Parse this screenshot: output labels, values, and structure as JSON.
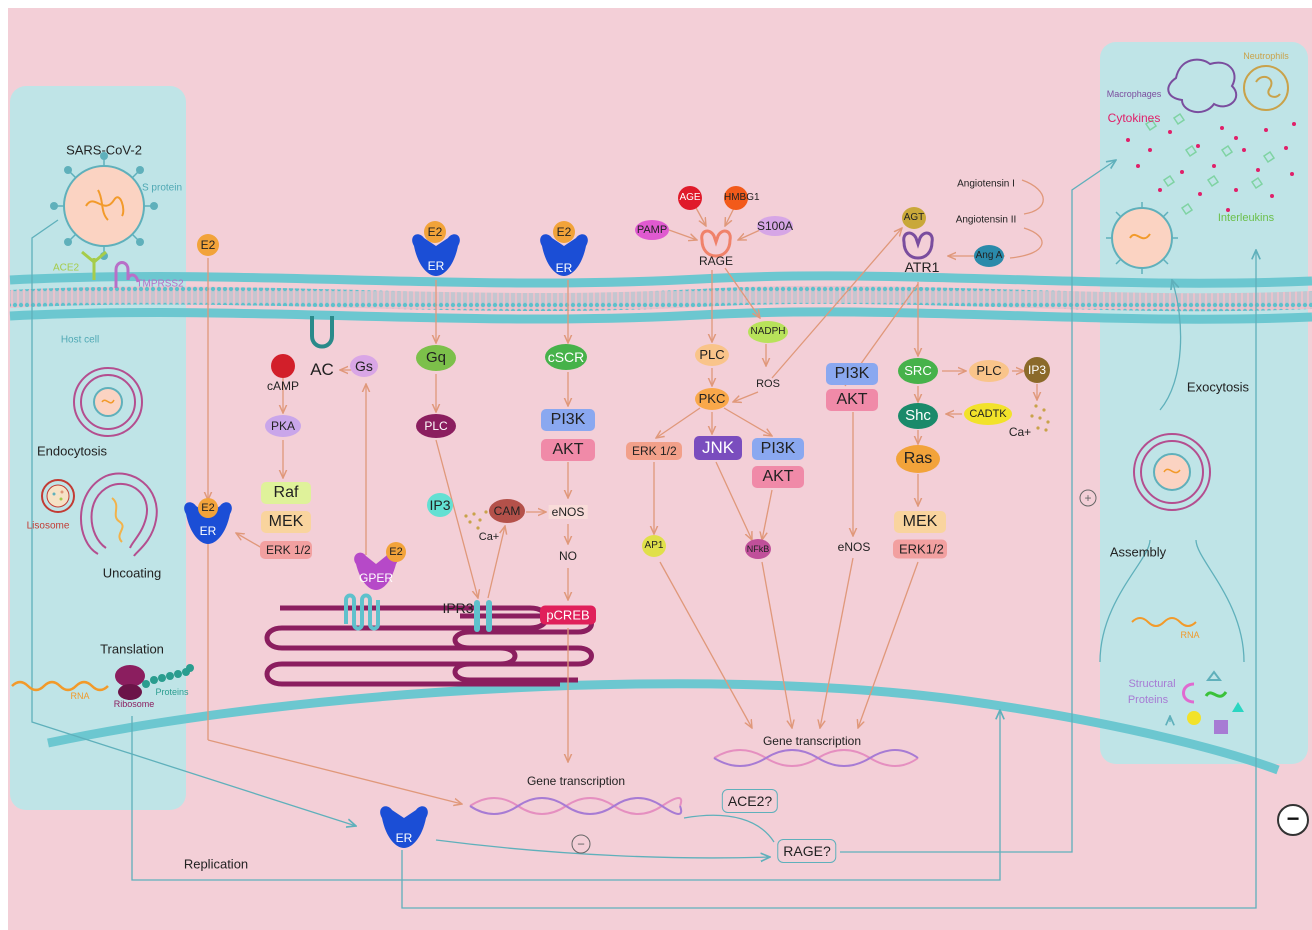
{
  "left_panel": {
    "virus": "SARS-CoV-2",
    "s_protein": "S protein",
    "ace2": "ACE2",
    "tmprss2": "TMPRSS2",
    "host_cell": "Host cell",
    "endocytosis": "Endocytosis",
    "lisosome": "Lisosome",
    "uncoating": "Uncoating",
    "translation": "Translation",
    "rna": "RNA",
    "ribosome": "Ribosome",
    "proteins": "Proteins"
  },
  "right_panel": {
    "macrophages": "Macrophages",
    "neutrophils": "Neutrophils",
    "cytokines": "Cytokines",
    "interleukins": "Interleukins",
    "exocytosis": "Exocytosis",
    "assembly": "Assembly",
    "rna": "RNA",
    "structural": "Structural",
    "proteins": "Proteins"
  },
  "nodes": {
    "e2": "E2",
    "er": "ER",
    "ac": "AC",
    "gs": "Gs",
    "camp": "cAMP",
    "pka": "PKA",
    "raf": "Raf",
    "mek": "MEK",
    "erk12_spaced": "ERK 1/2",
    "gper": "GPER",
    "gq": "Gq",
    "plc": "PLC",
    "ip3": "IP3",
    "ipr3": "IPR3",
    "cam": "CAM",
    "ca": "Ca+",
    "cscr": "cSCR",
    "pi3k": "PI3K",
    "akt": "AKT",
    "enos": "eNOS",
    "no": "NO",
    "pcreb": "pCREB",
    "age": "AGE",
    "hmbg1": "HMBG1",
    "pamp": "PAMP",
    "s100a": "S100A",
    "rage": "RAGE",
    "nadph": "NADPH",
    "ros": "ROS",
    "pkc": "PKC",
    "jnk": "JNK",
    "ap1": "AP1",
    "nfkb": "NFkB",
    "agt": "AGT",
    "atr1": "ATR1",
    "angiotensin1": "Angiotensin I",
    "angiotensin2": "Angiotensin II",
    "anga": "Ang A",
    "src": "SRC",
    "shc": "Shc",
    "ras": "Ras",
    "cadtk": "CADTK",
    "erk12_compact": "ERK1/2"
  },
  "bottom": {
    "gene_transcription": "Gene transcription",
    "ace2_q": "ACE2?",
    "rage_q": "RAGE?",
    "replication": "Replication"
  },
  "symbols": {
    "plus": "+",
    "minus": "−"
  },
  "colors": {
    "background": "#f3cfd7",
    "panel": "#bfe4e7",
    "membrane": "#6cc7d0",
    "arrow": "#e0987a",
    "teal_arrow": "#5fb0bb",
    "er": "#1b4ed6"
  }
}
